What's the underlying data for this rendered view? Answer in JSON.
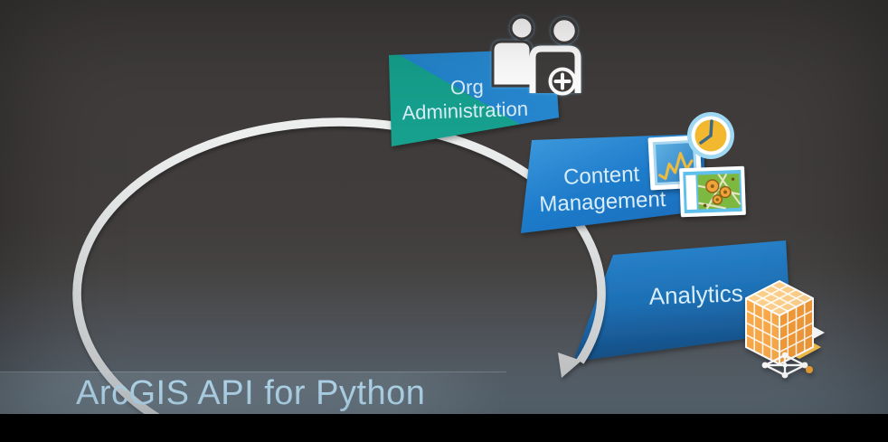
{
  "slide": {
    "title": "ArcGIS API for Python",
    "nodes": [
      {
        "id": "org-administration",
        "label_lines": [
          "Org",
          "Administration"
        ],
        "icon": "add-users-icon",
        "color_primary": "#14a08d",
        "color_secondary": "#2484cc"
      },
      {
        "id": "content-management",
        "label_lines": [
          "Content",
          "Management"
        ],
        "icon": "chart-clock-map-icons",
        "color_primary": "#1f7ccb"
      },
      {
        "id": "analytics",
        "label_lines": [
          "Analytics"
        ],
        "icon": "analysis-cube-icon",
        "color_primary": "#1d6fb4"
      }
    ],
    "cycle": {
      "arrow_color": "#d7d9da"
    },
    "colors": {
      "background_top": "#3e3b3a",
      "background_floor": "#5e6b75",
      "footer": "#000000",
      "title_text": "#b5dbf1"
    }
  }
}
